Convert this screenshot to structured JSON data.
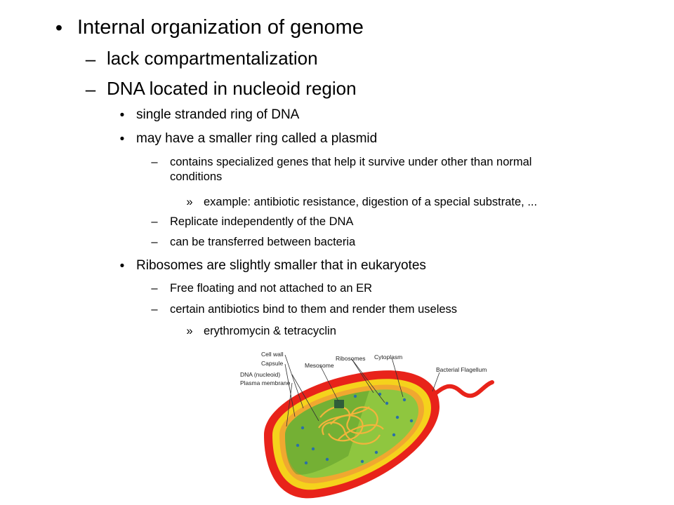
{
  "outline": [
    {
      "level": 1,
      "bullet": "•",
      "text": "Internal organization of genome"
    },
    {
      "level": 2,
      "bullet": "–",
      "text": "lack compartmentalization"
    },
    {
      "level": 2,
      "bullet": "–",
      "text": "DNA located in nucleoid region"
    },
    {
      "level": 3,
      "bullet": "•",
      "text": "single stranded ring of DNA"
    },
    {
      "level": 3,
      "bullet": "•",
      "text": "may have a smaller ring called a plasmid"
    },
    {
      "level": 4,
      "bullet": "–",
      "text": "contains specialized genes that help it survive under other than normal",
      "continuation": "conditions"
    },
    {
      "level": 5,
      "bullet": "»",
      "text": "example: antibiotic resistance, digestion of a special substrate, ..."
    },
    {
      "level": 4,
      "bullet": "–",
      "text": "Replicate independently of the DNA"
    },
    {
      "level": 4,
      "bullet": "–",
      "text": "can be transferred between bacteria"
    },
    {
      "level": 3,
      "bullet": "•",
      "text": "Ribosomes are slightly smaller that in eukaryotes"
    },
    {
      "level": 4,
      "bullet": "–",
      "text": "Free floating and not attached to an ER"
    },
    {
      "level": 4,
      "bullet": "–",
      "text": "certain antibiotics bind to them and render them useless"
    },
    {
      "level": 5,
      "bullet": "»",
      "text": "erythromycin & tetracyclin"
    }
  ],
  "diagram": {
    "labels": {
      "cell_wall": "Cell wall",
      "capsule": "Capsule",
      "dna": "DNA (nucleoid)",
      "plasma_membrane": "Plasma membrane",
      "mesosome": "Mesosome",
      "ribosomes": "Ribosomes",
      "cytoplasm": "Cytoplasm",
      "flagellum": "Bacterial Flagellum"
    },
    "colors": {
      "capsule": "#e8231a",
      "cell_wall": "#f5d21c",
      "membrane": "#f0a830",
      "cytoplasm": "#8fc63f",
      "cytoplasm_dark": "#5e9e2c",
      "dna": "#f3b43c",
      "mesosome": "#2f5d3a",
      "ribosome": "#2b6fa8"
    }
  }
}
